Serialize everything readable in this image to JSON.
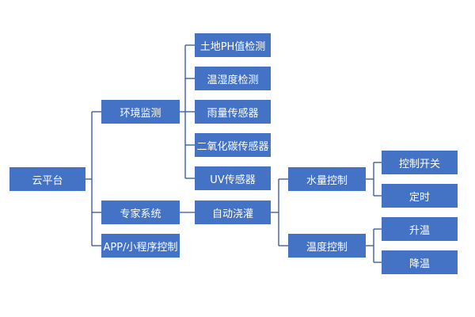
{
  "root": "云平台",
  "level1": {
    "env_monitor": "环境监测",
    "expert_system": "专家系统",
    "app_control": "APP/小程序控制"
  },
  "env_children": [
    "土地PH值检测",
    "温湿度检测",
    "雨量传感器",
    "二氧化碳传感器",
    "UV传感器"
  ],
  "auto_irrigation": "自动浇灌",
  "irrigation_children": {
    "water_control": "水量控制",
    "temp_control": "温度控制"
  },
  "water_children": [
    "控制开关",
    "定时"
  ],
  "temp_children": [
    "升温",
    "降温"
  ],
  "colors": {
    "box": "#4472c4",
    "line": "#2f5597",
    "text": "#ffffff"
  }
}
